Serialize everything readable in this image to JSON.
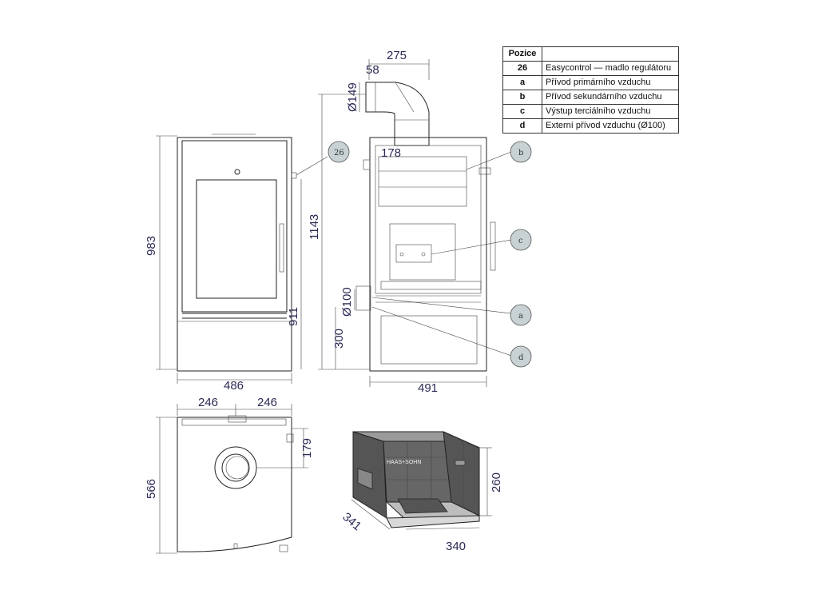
{
  "legend": {
    "header": "Pozice",
    "rows": [
      {
        "code": "26",
        "desc": "Easycontrol — madlo regulátoru"
      },
      {
        "code": "a",
        "desc": "Přívod primárního vzduchu"
      },
      {
        "code": "b",
        "desc": "Přívod sekundárního vzduchu"
      },
      {
        "code": "c",
        "desc": "Výstup terciálního vzduchu"
      },
      {
        "code": "d",
        "desc": "Externí přívod vzduchu (Ø100)"
      }
    ]
  },
  "dimensions": {
    "front_height": "983",
    "front_width": "486",
    "front_lower": "911",
    "side_width": "491",
    "side_total_height": "1143",
    "side_base": "300",
    "flue_dia": "Ø149",
    "flue_offset": "58",
    "flue_reach": "275",
    "top_inset": "178",
    "air_dia": "Ø100",
    "top_left": "246",
    "top_right": "246",
    "top_depth": "566",
    "top_flue": "179",
    "chamber_depth": "341",
    "chamber_width": "340",
    "chamber_height": "260"
  },
  "callouts": {
    "c26": "26",
    "cb": "b",
    "cc": "c",
    "ca": "a",
    "cd": "d"
  },
  "brand_text": "HAAS+SOHN"
}
